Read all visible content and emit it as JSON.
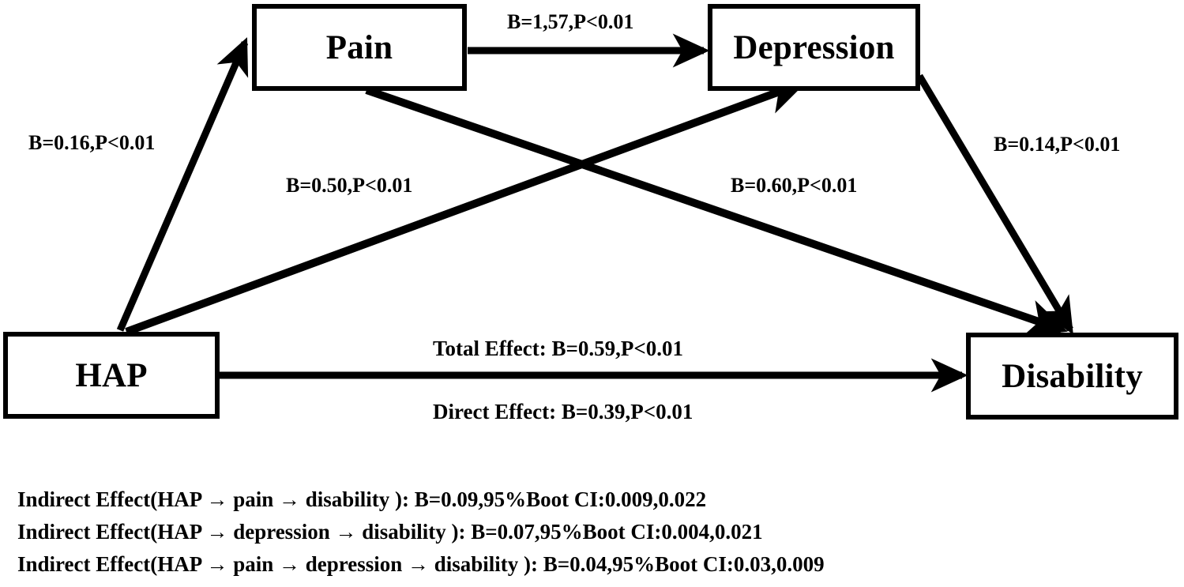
{
  "figure": {
    "type": "path-diagram",
    "title": "Serial mediation model: HAP, Pain, Depression and Disability"
  },
  "nodes": [
    {
      "id": "pain",
      "label": "Pain"
    },
    {
      "id": "depression",
      "label": "Depression"
    },
    {
      "id": "hap",
      "label": "HAP"
    },
    {
      "id": "disability",
      "label": "Disability"
    }
  ],
  "paths": {
    "pain_to_depression": {
      "label": "B=1,57,P<0.01",
      "from": "Pain",
      "to": "Depression",
      "B": "1,57",
      "p": "P<0.01"
    },
    "hap_to_pain": {
      "label": "B=0.16,P<0.01",
      "from": "HAP",
      "to": "Pain",
      "B": "0.16",
      "p": "P<0.01"
    },
    "depression_to_disability": {
      "label": "B=0.14,P<0.01",
      "from": "Depression",
      "to": "Disability",
      "B": "0.14",
      "p": "P<0.01"
    },
    "pain_to_disability": {
      "label": "B=0.50,P<0.01",
      "from": "Pain",
      "to": "Disability",
      "B": "0.50",
      "p": "P<0.01"
    },
    "hap_to_depression": {
      "label": "B=0.60,P<0.01",
      "from": "HAP",
      "to": "Depression",
      "B": "0.60",
      "p": "P<0.01"
    },
    "total_effect": {
      "label": "Total Effect: B=0.59,P<0.01",
      "B": "0.59",
      "p": "P<0.01"
    },
    "direct_effect": {
      "label": "Direct Effect: B=0.39,P<0.01",
      "B": "0.39",
      "p": "P<0.01"
    }
  },
  "indirect_effects": [
    {
      "line": "Indirect Effect(HAP → pain → disability ): B=0.09,95%Boot CI:0.009,0.022",
      "chain": "HAP → pain → disability",
      "B": "0.09",
      "ci_level": "95%",
      "ci": "0.009,0.022"
    },
    {
      "line": "Indirect Effect(HAP → depression → disability ): B=0.07,95%Boot CI:0.004,0.021",
      "chain": "HAP → depression → disability",
      "B": "0.07",
      "ci_level": "95%",
      "ci": "0.004,0.021"
    },
    {
      "line": "Indirect Effect(HAP → pain → depression → disability ): B=0.04,95%Boot CI:0.03,0.009",
      "chain": "HAP → pain → depression → disability",
      "B": "0.04",
      "ci_level": "95%",
      "ci": "0.03,0.009"
    }
  ],
  "colors": {
    "stroke": "#000000",
    "background": "#ffffff",
    "text": "#000000"
  }
}
